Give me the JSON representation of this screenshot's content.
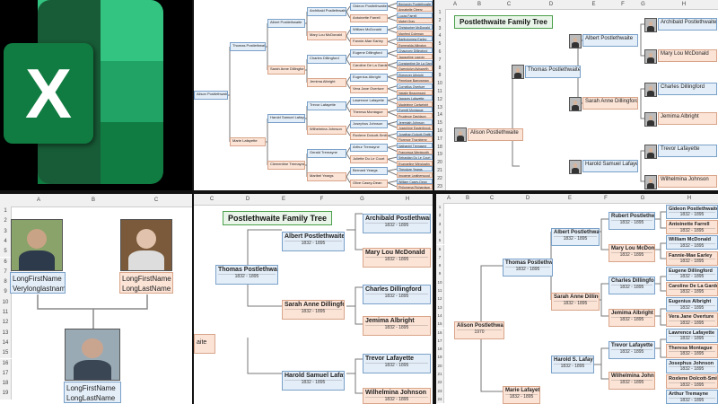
{
  "excel_logo": {
    "letter": "X",
    "colors": [
      "#21a366",
      "#107c41",
      "#185c37",
      "#33c481"
    ]
  },
  "top_mid": {
    "people": [
      "Alison Postlethwaite",
      "Thomas Postlethwaite",
      "Marie Lafayette",
      "Albert Postlethwaite",
      "Sarah Anne Dillingford",
      "Harold Samuel Lafayette",
      "Clementine Tremayne",
      "Archibald Postlethwaite",
      "Mary Lou McDonald",
      "Charles Dillingford",
      "Jemima Albright",
      "Trevor Lafayette",
      "Wilhelmina Johnson",
      "Gerald Tremayne",
      "Maribel Yeargs"
    ],
    "names_col": [
      "Gideon Postlethwaite",
      "Antoinette Farrell",
      "William McDonald",
      "Fannie-Mae Earley",
      "Eugene Dillingford",
      "Caroline De La Garde",
      "Eugenius Albright",
      "Vera Jane Overture",
      "Lawrence Lafayette",
      "Theresa Montague",
      "Josephus Johnson",
      "Roxlene Dolcott-Smith",
      "Arthur Tremayne",
      "Juliette Du Le Court",
      "Bernard Yeargs",
      "Olive Casey-Dean"
    ],
    "far_col": [
      "Benjamin Postlethwaite",
      "Annabelle Cleery",
      "Lucas Farrell",
      "Mabel Gray",
      "Christopher McDonald",
      "Manfred Coleman",
      "Bartholomew Earley",
      "Esmeralda Allington",
      "Chauncey Dillingford",
      "Jacqueline Lacroix",
      "Constantine De La Garde",
      "Gwendolyn Aylsworth",
      "Ebenezer Albright",
      "Penelope Barrowman",
      "Cornelius Overture",
      "Natalie Beauregard",
      "Jacques Lafayette",
      "Madeleine Cartwright",
      "Everett Montague",
      "Prudence Davidson",
      "Jeremiah Johnson",
      "Josephine Easterbrook",
      "Jonathan Dolcott-Smith",
      "Florence Thornberry",
      "Nathaniel Tremayne",
      "Francesca Wentworth",
      "Sebastian Du Le Court",
      "Evangeline Winslowby",
      "Theodore Yeargs",
      "Imogene Leatherwood",
      "William Casey-Dean",
      "Philomena Richardson"
    ]
  },
  "top_right": {
    "title": "Postlethwaite Family Tree",
    "cols": [
      "A",
      "B",
      "C",
      "D",
      "E",
      "F",
      "G",
      "H"
    ],
    "rows": [
      "1",
      "2",
      "3",
      "4",
      "5",
      "6",
      "7",
      "8",
      "9",
      "10",
      "11",
      "12",
      "13",
      "14",
      "15",
      "16",
      "17",
      "18",
      "19",
      "20",
      "21",
      "22",
      "23"
    ],
    "people": {
      "alison": "Alison Postlethwaite",
      "thomas": "Thomas Postlethwaite",
      "albert": "Albert Postlethwaite",
      "sarah": "Sarah Anne Dillingford",
      "harold": "Harold Samuel Lafayette",
      "archibald": "Archibald Postlethwaite",
      "mary": "Mary Lou McDonald",
      "charles": "Charles Dillingford",
      "jemima": "Jemima Albright",
      "trevor": "Trevor Lafayette",
      "wilhelmina": "Wilhelmina Johnson"
    }
  },
  "bottom_left": {
    "cols": [
      "A",
      "B",
      "C"
    ],
    "rows": [
      "1",
      "2",
      "3",
      "4",
      "5",
      "6",
      "7",
      "8",
      "9",
      "10",
      "11",
      "12",
      "13",
      "14",
      "15",
      "16",
      "17",
      "18",
      "19"
    ],
    "person1": {
      "first": "LongFirstName",
      "last": "Verylonglastname"
    },
    "person2": {
      "first": "LongFirstName",
      "last": "LongLastName"
    },
    "person3": {
      "first": "LongFirstName",
      "last": "LongLastName"
    }
  },
  "bottom_mid": {
    "title": "Postlethwaite Family Tree",
    "cols": [
      "C",
      "D",
      "E",
      "F",
      "G",
      "H"
    ],
    "years": "1832 - 1895",
    "people": {
      "thomas": "Thomas Postlethwaite",
      "albert": "Albert Postlethwaite",
      "sarah": "Sarah Anne Dillingford",
      "harold": "Harold Samuel Lafayette",
      "archibald": "Archibald Postlethwaite",
      "mary": "Mary Lou McDonald",
      "charles": "Charles Dillingford",
      "jemima": "Jemima Albright",
      "trevor": "Trevor Lafayette",
      "wilhelmina": "Wilhelmina Johnson",
      "cut": "aite"
    }
  },
  "bottom_right": {
    "cols": [
      "A",
      "B",
      "C",
      "D",
      "E",
      "F",
      "G",
      "H"
    ],
    "years": "1832 - 1895",
    "alison_year": "1970",
    "people": {
      "alison": "Alison Postlethwaite",
      "thomas": "Thomas Postlethwaite",
      "marie": "Marie Lafayette",
      "albert": "Albert Postlethwaite",
      "sarah": "Sarah Anne Dillingford",
      "harold": "Harold S. Lafayette",
      "rubert": "Rubert Postlethwaite",
      "mary": "Mary Lou McDonald",
      "charles": "Charles Dillingford",
      "jemima": "Jemima Albright",
      "trevor": "Trevor Lafayette",
      "wilhelmina": "Wilhelmina Johnson"
    },
    "right_col": [
      "Gideon Postlethwaite",
      "Antoinette Farrell",
      "William McDonald",
      "Fannie-Mae Earley",
      "Eugene Dillingford",
      "Caroline De La Garde",
      "Eugenius Albright",
      "Vera Jane Overture",
      "Lawrence Lafayette",
      "Theresa Montague",
      "Josephus Johnson",
      "Roxlene Dolcott-Smith",
      "Arthur Tremayne"
    ]
  }
}
